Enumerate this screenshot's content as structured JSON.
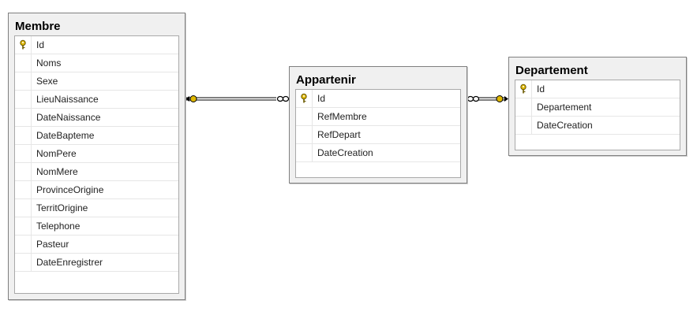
{
  "colors": {
    "pk_key": "#e0b800",
    "panel_bg": "#f0f0f0",
    "border": "#7f7f7f"
  },
  "tables": {
    "membre": {
      "title": "Membre",
      "columns": [
        "Id",
        "Noms",
        "Sexe",
        "LieuNaissance",
        "DateNaissance",
        "DateBapteme",
        "NomPere",
        "NomMere",
        "ProvinceOrigine",
        "TerritOrigine",
        "Telephone",
        "Pasteur",
        "DateEnregistrer"
      ]
    },
    "appartenir": {
      "title": "Appartenir",
      "columns": [
        "Id",
        "RefMembre",
        "RefDepart",
        "DateCreation"
      ]
    },
    "departement": {
      "title": "Departement",
      "columns": [
        "Id",
        "Departement",
        "DateCreation"
      ]
    }
  },
  "relationships": [
    {
      "from": "Membre",
      "to": "Appartenir",
      "one_end": "Membre",
      "many_end": "Appartenir"
    },
    {
      "from": "Departement",
      "to": "Appartenir",
      "one_end": "Departement",
      "many_end": "Appartenir"
    }
  ]
}
